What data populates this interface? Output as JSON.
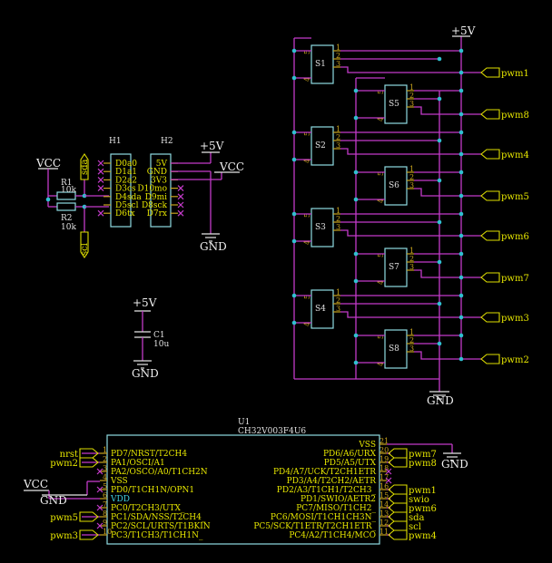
{
  "power": {
    "vcc": "VCC",
    "plus5v": "+5V",
    "gnd": "GND"
  },
  "resistors": {
    "r1": {
      "ref": "R1",
      "value": "10k"
    },
    "r2": {
      "ref": "R2",
      "value": "10k"
    },
    "net_top": "sda",
    "net_bottom": "scl"
  },
  "h1": {
    "ref": "H1",
    "pins": [
      "D0a0",
      "D1a1",
      "D2a2",
      "D3cs",
      "D4sda",
      "D5scl",
      "D6tx"
    ]
  },
  "h2": {
    "ref": "H2",
    "pins": [
      "5V",
      "GND",
      "3V3",
      "D10mo",
      "D9mi",
      "D8sck",
      "D7rx"
    ]
  },
  "capacitor": {
    "ref": "C1",
    "value": "10u"
  },
  "switches": [
    {
      "ref": "S1",
      "net": "pwm1"
    },
    {
      "ref": "S5",
      "net": "pwm8"
    },
    {
      "ref": "S2",
      "net": "pwm4"
    },
    {
      "ref": "S6",
      "net": "pwm5"
    },
    {
      "ref": "S3",
      "net": "pwm6"
    },
    {
      "ref": "S7",
      "net": "pwm7"
    },
    {
      "ref": "S4",
      "net": "pwm3"
    },
    {
      "ref": "S8",
      "net": "pwm2"
    }
  ],
  "switch_pins": {
    "left_top": "5",
    "left_bottom": "4",
    "right": [
      "1",
      "2",
      "3"
    ]
  },
  "mcu": {
    "ref": "U1",
    "value": "CH32V003F4U6",
    "left_pins": [
      {
        "num": "1",
        "name": "PD7/NRST/T2CH4",
        "net": "nrst"
      },
      {
        "num": "2",
        "name": "PA1/OSCI/A1",
        "net": "pwm2"
      },
      {
        "num": "3",
        "name": "PA2/OSCO/A0/T1CH2N",
        "net": ""
      },
      {
        "num": "4",
        "name": "VSS",
        "net": ""
      },
      {
        "num": "5",
        "name": "PD0/T1CH1N/OPN1",
        "net": ""
      },
      {
        "num": "6",
        "name": "VDD",
        "net": ""
      },
      {
        "num": "7",
        "name": "PC0/T2CH3/UTX_",
        "net": ""
      },
      {
        "num": "8",
        "name": "PC1/SDA/NSS/T2CH4_",
        "net": "pwm5"
      },
      {
        "num": "9",
        "name": "PC2/SCL/URTS/T1BKIN",
        "net": ""
      },
      {
        "num": "10",
        "name": "PC3/T1CH3/T1CH1N_",
        "net": "pwm3"
      }
    ],
    "right_pins": [
      {
        "num": "21",
        "name": "VSS",
        "net": ""
      },
      {
        "num": "20",
        "name": "PD6/A6/URX",
        "net": "pwm7"
      },
      {
        "num": "19",
        "name": "PD5/A5/UTX",
        "net": "pwm8"
      },
      {
        "num": "18",
        "name": "PD4/A7/UCK/T2CH1ETR",
        "net": ""
      },
      {
        "num": "17",
        "name": "PD3/A4/T2CH2/AETR",
        "net": ""
      },
      {
        "num": "16",
        "name": "PD2/A3/T1CH1/T2CH3_",
        "net": "pwm1"
      },
      {
        "num": "15",
        "name": "PD1/SWIO/AETR2",
        "net": "swio"
      },
      {
        "num": "14",
        "name": "PC7/MISO/T1CH2_",
        "net": "pwm6"
      },
      {
        "num": "13",
        "name": "PC6/MOSI/T1CH1CH3N_",
        "net": "sda"
      },
      {
        "num": "12",
        "name": "PC5/SCK/T1ETR/T2CH1ETR_",
        "net": "scl"
      },
      {
        "num": "11",
        "name": "PC4/A2/T1CH4/MCO",
        "net": "pwm4"
      }
    ]
  },
  "colors": {
    "background": "#000000",
    "wire": "#c33bc9",
    "body": "#8fdce3",
    "label": "#dede00",
    "junction": "#30c0d0"
  }
}
